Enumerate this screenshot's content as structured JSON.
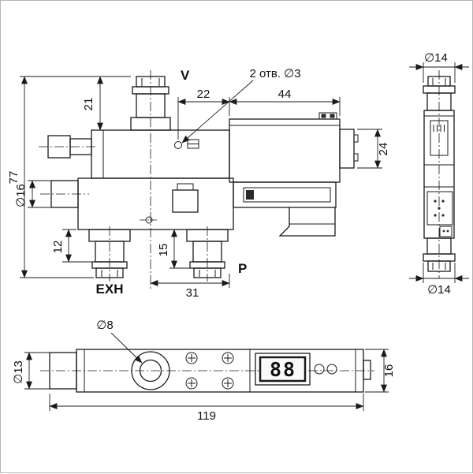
{
  "labels": {
    "port_v": "V",
    "port_p": "P",
    "port_exh": "EXH",
    "holes_note": "2 отв. ∅3"
  },
  "dimensions": {
    "fitting_height": "21",
    "hole_to_block": "22",
    "block_width": "44",
    "total_height": "77",
    "knob_dia": "∅16",
    "connector_height": "24",
    "exh_offset": "12",
    "p_offset": "15",
    "center_to_p": "31",
    "side_fitting_dia_top": "∅14",
    "side_fitting_dia_bottom": "∅14",
    "hole_dia": "∅8",
    "body_dia": "∅13",
    "body_height": "16",
    "total_length": "119"
  },
  "display": {
    "value": "88"
  },
  "colors": {
    "line": "#1a1a1a",
    "background": "#ffffff"
  }
}
